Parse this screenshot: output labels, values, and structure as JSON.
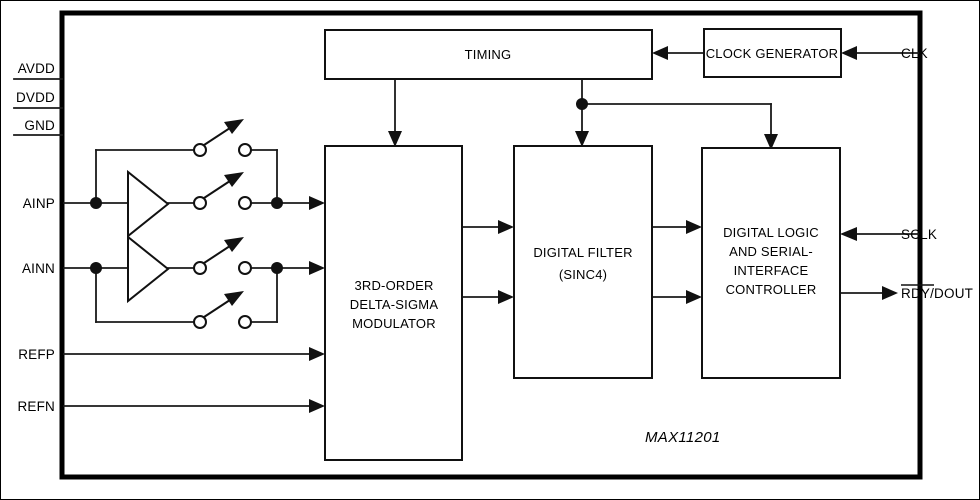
{
  "diagram": {
    "title_label": "MAX11201",
    "outer_border_color": "#000000",
    "line_color": "#1a1a1a",
    "fill_color": "#ffffff"
  },
  "blocks": [
    {
      "id": "timing",
      "label": "TIMING",
      "lines": [
        "TIMING"
      ]
    },
    {
      "id": "clock-gen",
      "label": "CLOCK GENERATOR",
      "lines": [
        "CLOCK GENERATOR"
      ]
    },
    {
      "id": "modulator",
      "label": "3RD-ORDER DELTA-SIGMA MODULATOR",
      "lines": [
        "3RD-ORDER",
        "DELTA-SIGMA",
        "MODULATOR"
      ]
    },
    {
      "id": "digital-filter",
      "label": "DIGITAL FILTER (SINC4)",
      "lines": [
        "DIGITAL FILTER",
        "(SINC4)"
      ]
    },
    {
      "id": "digital-logic",
      "label": "DIGITAL LOGIC AND SERIAL-INTERFACE CONTROLLER",
      "lines": [
        "DIGITAL LOGIC",
        "AND SERIAL-",
        "INTERFACE",
        "CONTROLLER"
      ]
    }
  ],
  "pins": {
    "left": [
      {
        "id": "avdd",
        "label": "AVDD"
      },
      {
        "id": "dvdd",
        "label": "DVDD"
      },
      {
        "id": "gnd",
        "label": "GND"
      },
      {
        "id": "ainp",
        "label": "AINP"
      },
      {
        "id": "ainn",
        "label": "AINN"
      },
      {
        "id": "refp",
        "label": "REFP"
      },
      {
        "id": "refn",
        "label": "REFN"
      }
    ],
    "right": [
      {
        "id": "clk",
        "label": "CLK",
        "overline": ""
      },
      {
        "id": "sclk",
        "label": "SCLK",
        "overline": ""
      },
      {
        "id": "rdy-dout",
        "label": "RDY/DOUT",
        "overline": "RDY"
      }
    ]
  }
}
